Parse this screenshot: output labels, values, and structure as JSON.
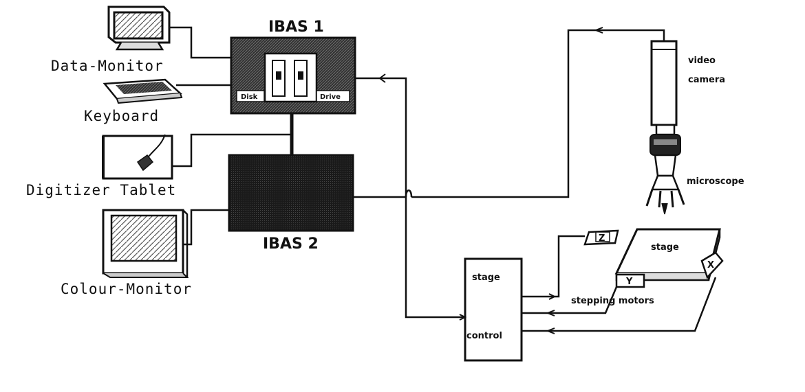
{
  "labels": {
    "data_monitor": "Data-Monitor",
    "keyboard": "Keyboard",
    "digitizer_tablet": "Digitizer Tablet",
    "colour_monitor": "Colour-Monitor",
    "ibas1": "IBAS 1",
    "ibas2": "IBAS 2",
    "disk": "Disk",
    "drive": "Drive",
    "video": "video",
    "camera": "camera",
    "microscope": "microscope",
    "stage": "stage",
    "stepping_motors": "stepping motors",
    "stage_control_top": "stage",
    "stage_control_bottom": "control",
    "axis_x": "X",
    "axis_y": "Y",
    "axis_z": "Z"
  },
  "colors": {
    "ink": "#111111",
    "paper": "#ffffff"
  }
}
